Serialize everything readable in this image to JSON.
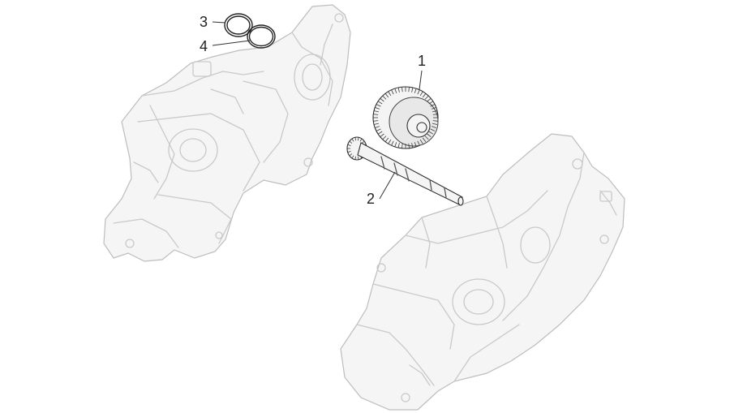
{
  "callouts": [
    {
      "id": "1",
      "label": "1"
    },
    {
      "id": "2",
      "label": "2"
    },
    {
      "id": "3",
      "label": "3"
    },
    {
      "id": "4",
      "label": "4"
    }
  ],
  "colors": {
    "housing_line": "#c9c9c9",
    "part_line": "#2e2e2e",
    "text": "#222222"
  },
  "icons": [
    "crankcase-left-half",
    "crankcase-right-half",
    "driven-gear",
    "gear-shaft",
    "o-ring",
    "sealing-ring"
  ]
}
